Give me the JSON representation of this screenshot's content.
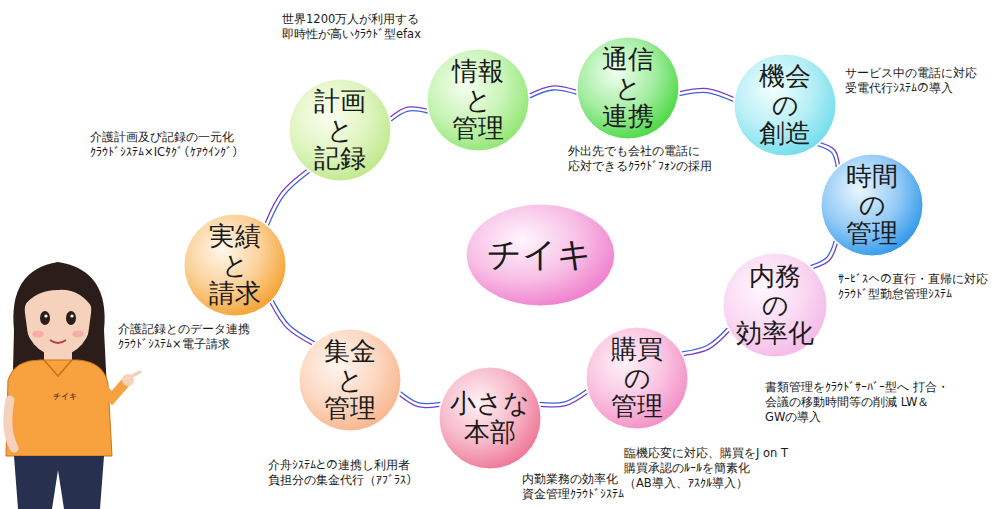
{
  "diagram": {
    "nodes": [
      {
        "text": [
          "計画 と 記録"
        ]
      },
      {
        "text": [
          "情報 と 管理"
        ]
      },
      {
        "text": [
          "通信 と 連携"
        ]
      },
      {
        "text": [
          "機会 の 創造"
        ]
      },
      {
        "text": [
          "時間 の 管理"
        ]
      },
      {
        "text": [
          "内務 の 効率化"
        ]
      },
      {
        "text": [
          "購買 の 管理"
        ]
      },
      {
        "text": [
          "小さな 本部"
        ]
      },
      {
        "text": [
          "集金 と 管理"
        ]
      },
      {
        "text": [
          "実績 と 請求"
        ]
      },
      {
        "text": [
          "チイキ"
        ]
      }
    ],
    "edges": [
      {
        "from": 0,
        "to": 1,
        "arrow": "none"
      },
      {
        "from": 1,
        "to": 2,
        "arrow": "none"
      },
      {
        "from": 2,
        "to": 3,
        "arrow": "none"
      },
      {
        "from": 3,
        "to": 4,
        "arrow": "none"
      },
      {
        "from": 4,
        "to": 5,
        "arrow": "none"
      },
      {
        "from": 5,
        "to": 6,
        "arrow": "none"
      },
      {
        "from": 6,
        "to": 7,
        "arrow": "none"
      },
      {
        "from": 7,
        "to": 8,
        "arrow": "none"
      },
      {
        "from": 8,
        "to": 9,
        "arrow": "none"
      },
      {
        "from": 9,
        "to": 0,
        "arrow": "none"
      }
    ],
    "labels": [
      "世界1200万人が利用する 即時性が高いｸﾗｳﾄﾞ型efax",
      "介護計画及び記録の一元化 ｸﾗｳﾄﾞｼｽﾃﾑ×ICﾀｸﾞ（ｹｱｳｲﾝｸﾞ）",
      "外出先でも会社の電話に 応対できるｸﾗｳﾄﾞﾌｫﾝの採用",
      "サービス中の電話に対応 受電代行ｼｽﾃﾑの導入",
      "ｻｰﾋﾞｽへの直行・直帰に対応 ｸﾗｳﾄﾞ型勤怠管理ｼｽﾃﾑ",
      "介護記録とのデータ連携 ｸﾗｳﾄﾞｼｽﾃﾑ×電子請求",
      "書類管理をｸﾗｳﾄﾞｻｰﾊﾞｰ型へ 打合・会議の移動時間等の削減 LW＆GWの導入",
      "臨機応変に対応、購買をJ on T 購買承認のﾙｰﾙを簡素化 （AB導入、ｱｽｸﾙ導入）",
      "内勤業務の効率化 資金管理ｸﾗｳﾄﾞｼｽﾃﾑ",
      "介舟ｼｽﾃﾑとの連携し利用者 負担分の集金代行（ｱﾌﾞﾗｽ）",
      "チイキ"
    ]
  }
}
